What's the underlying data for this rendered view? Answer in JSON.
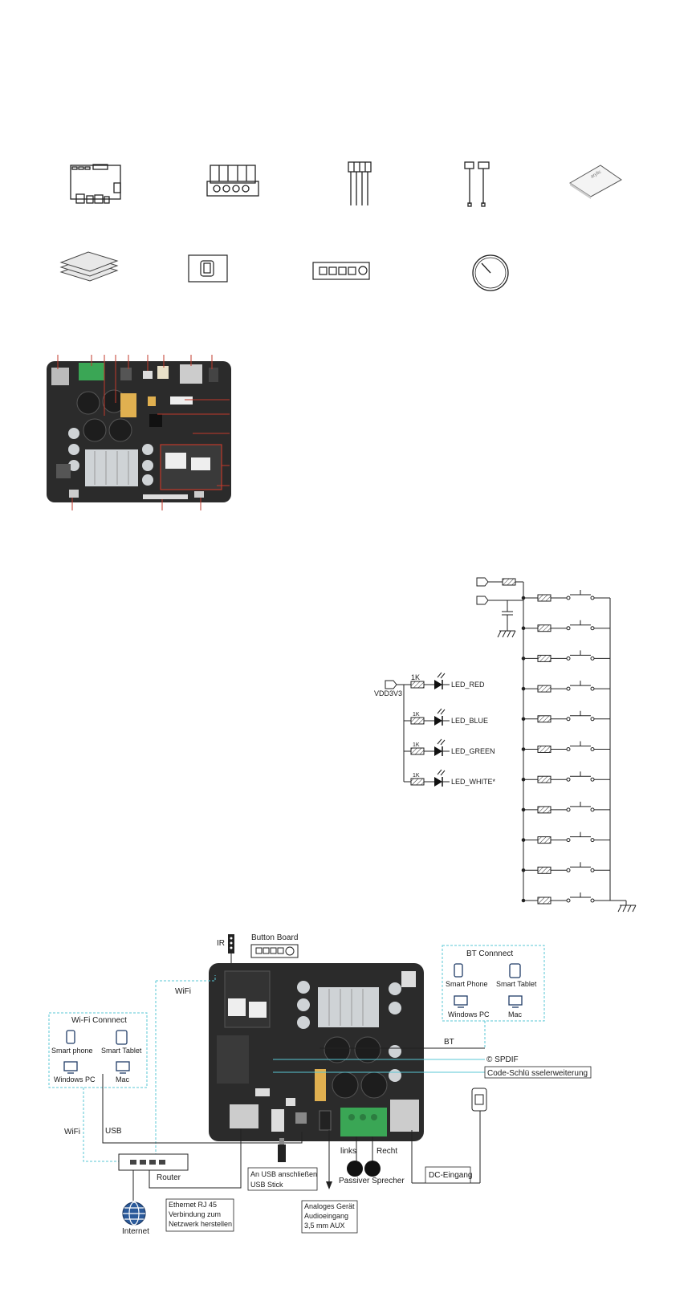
{
  "schematic": {
    "supply": "VDD3V3",
    "resistor_main": "1K",
    "resistor_small": "1K",
    "leds": [
      "LED_RED",
      "LED_BLUE",
      "LED_GREEN",
      "LED_WHITE*"
    ],
    "button_rows": 10
  },
  "connection": {
    "ir": "IR",
    "button_board": "Button Board",
    "wifi_top": "WiFi",
    "wifi_box": {
      "title": "Wi-Fi Connnect",
      "devices": [
        "Smart phone",
        "Smart Tablet",
        "Windows PC",
        "Mac"
      ]
    },
    "bt_box": {
      "title": "BT Connnect",
      "devices": [
        "Smart Phone",
        "Smart Tablet",
        "Windows PC",
        "Mac"
      ]
    },
    "bt": "BT",
    "spdif": "© SPDIF",
    "code_ext": "Code-Schlü sselerweiterung",
    "wifi_left": "WiFi",
    "usb": "USB",
    "router": "Router",
    "internet": "Internet",
    "ethernet": [
      "Ethernet RJ 45",
      "Verbindung zum",
      "Netzwerk herstellen"
    ],
    "usb_stick": [
      "An USB anschließen",
      "USB Stick"
    ],
    "analog": [
      "Analoges Gerät",
      "Audioeingang",
      "3,5 mm AUX"
    ],
    "links": "links",
    "recht": "Recht",
    "speaker": "Passiver Sprecher",
    "dc": "DC-Eingang"
  },
  "colors": {
    "board": "#2b2b2b",
    "terminal": "#3aa655",
    "dashed_box": "#58c7d5",
    "callout_red": "#c0392b"
  }
}
